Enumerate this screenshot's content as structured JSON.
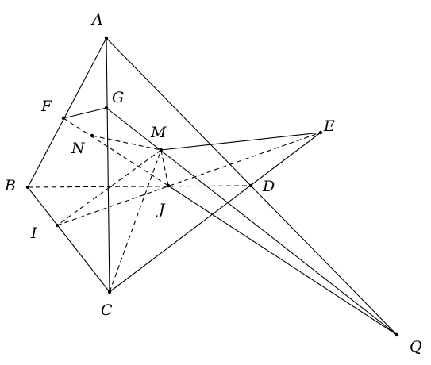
{
  "diagram": {
    "points": [
      {
        "id": "A",
        "label": "A"
      },
      {
        "id": "B",
        "label": "B"
      },
      {
        "id": "C",
        "label": "C"
      },
      {
        "id": "D",
        "label": "D"
      },
      {
        "id": "E",
        "label": "E"
      },
      {
        "id": "F",
        "label": "F"
      },
      {
        "id": "G",
        "label": "G"
      },
      {
        "id": "I",
        "label": "I"
      },
      {
        "id": "J",
        "label": "J"
      },
      {
        "id": "M",
        "label": "M"
      },
      {
        "id": "N",
        "label": "N"
      },
      {
        "id": "Q",
        "label": "Q"
      }
    ],
    "solid_segments": [
      [
        "A",
        "B"
      ],
      [
        "A",
        "C"
      ],
      [
        "A",
        "Q"
      ],
      [
        "B",
        "C"
      ],
      [
        "F",
        "G"
      ],
      [
        "G",
        "Q"
      ],
      [
        "C",
        "E"
      ],
      [
        "M",
        "E"
      ],
      [
        "J",
        "Q"
      ]
    ],
    "dashed_segments": [
      [
        "B",
        "D"
      ],
      [
        "I",
        "E"
      ],
      [
        "F",
        "J"
      ],
      [
        "N",
        "M"
      ],
      [
        "M",
        "J"
      ],
      [
        "M",
        "I"
      ],
      [
        "C",
        "M"
      ]
    ],
    "line_color": "#000000"
  }
}
